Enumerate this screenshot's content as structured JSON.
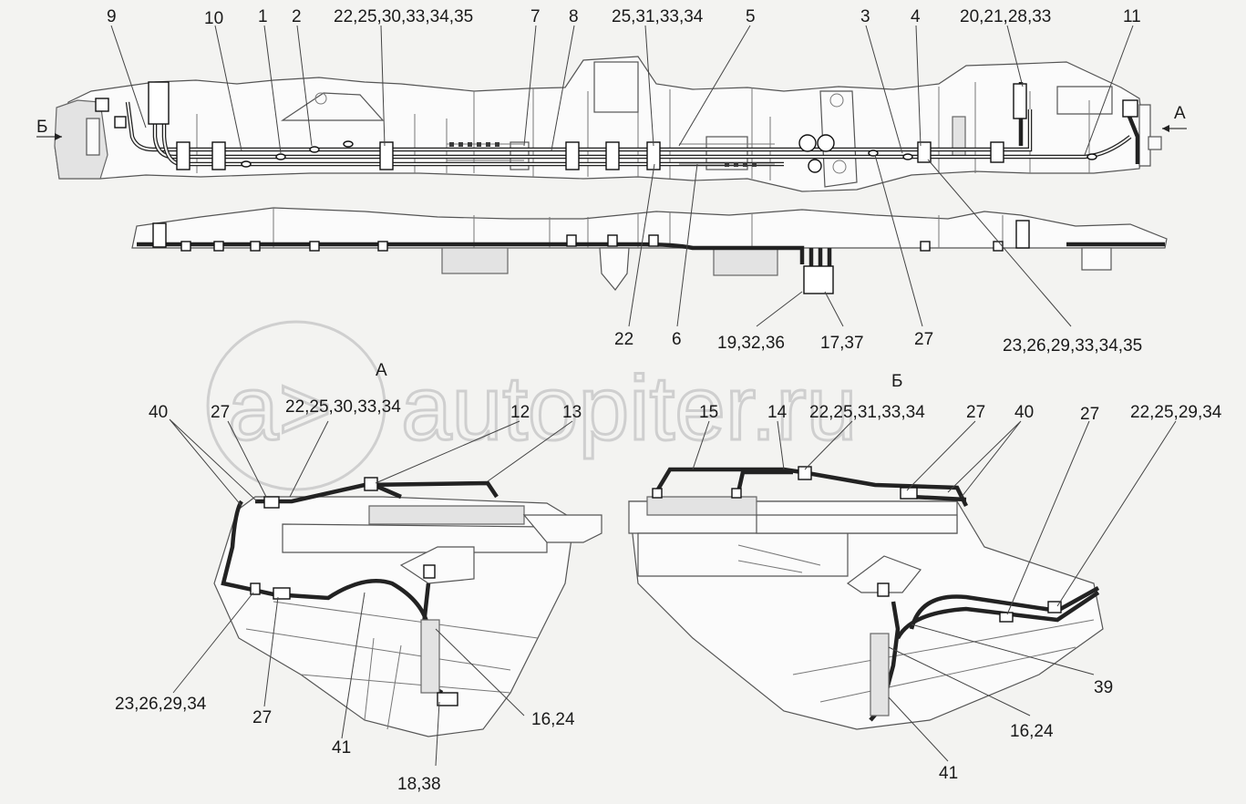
{
  "views": {
    "a": "А",
    "b": "Б"
  },
  "watermark": {
    "logo": "a>",
    "text": "autopiter.ru"
  },
  "labels": [
    {
      "id": "l9",
      "text": "9"
    },
    {
      "id": "l10",
      "text": "10"
    },
    {
      "id": "l1",
      "text": "1"
    },
    {
      "id": "l2",
      "text": "2"
    },
    {
      "id": "l22a",
      "text": "22,25,30,33,34,35"
    },
    {
      "id": "l7",
      "text": "7"
    },
    {
      "id": "l8",
      "text": "8"
    },
    {
      "id": "l25",
      "text": "25,31,33,34"
    },
    {
      "id": "l5",
      "text": "5"
    },
    {
      "id": "l3",
      "text": "3"
    },
    {
      "id": "l4",
      "text": "4"
    },
    {
      "id": "l20",
      "text": "20,21,28,33"
    },
    {
      "id": "l11",
      "text": "11"
    },
    {
      "id": "l22b",
      "text": "22"
    },
    {
      "id": "l6",
      "text": "6"
    },
    {
      "id": "l19",
      "text": "19,32,36"
    },
    {
      "id": "l17",
      "text": "17,37"
    },
    {
      "id": "l27a",
      "text": "27"
    },
    {
      "id": "l23a",
      "text": "23,26,29,33,34,35"
    },
    {
      "id": "l40a",
      "text": "40"
    },
    {
      "id": "l27b",
      "text": "27"
    },
    {
      "id": "l22c",
      "text": "22,25,30,33,34"
    },
    {
      "id": "l12",
      "text": "12"
    },
    {
      "id": "l13",
      "text": "13"
    },
    {
      "id": "l15",
      "text": "15"
    },
    {
      "id": "l14",
      "text": "14"
    },
    {
      "id": "l22d",
      "text": "22,25,31,33,34"
    },
    {
      "id": "l27c",
      "text": "27"
    },
    {
      "id": "l40b",
      "text": "40"
    },
    {
      "id": "l27d",
      "text": "27"
    },
    {
      "id": "l22e",
      "text": "22,25,29,34"
    },
    {
      "id": "l23b",
      "text": "23,26,29,34"
    },
    {
      "id": "l27e",
      "text": "27"
    },
    {
      "id": "l41a",
      "text": "41"
    },
    {
      "id": "l16a",
      "text": "16,24"
    },
    {
      "id": "l18",
      "text": "18,38"
    },
    {
      "id": "l39",
      "text": "39"
    },
    {
      "id": "l16b",
      "text": "16,24"
    },
    {
      "id": "l41b",
      "text": "41"
    }
  ]
}
